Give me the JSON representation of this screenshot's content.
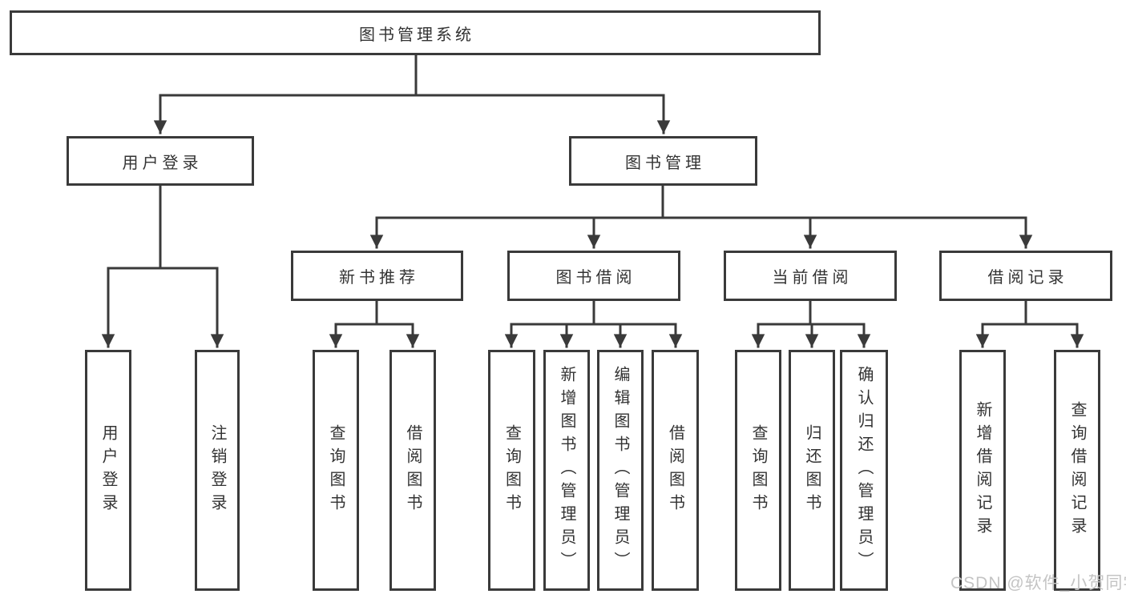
{
  "diagram_title": "图书管理系统",
  "level2": {
    "user_login": "用户登录",
    "book_management": "图书管理"
  },
  "level3": {
    "new_book_recommend": "新书推荐",
    "book_borrow": "图书借阅",
    "current_borrow": "当前借阅",
    "borrow_records": "借阅记录"
  },
  "leaves": {
    "login": [
      "用户登录",
      "注销登录"
    ],
    "recommend": [
      "查询图书",
      "借阅图书"
    ],
    "borrow": [
      "查询图书",
      "新增图书（管理员）",
      "编辑图书（管理员）",
      "借阅图书"
    ],
    "current": [
      "查询图书",
      "归还图书",
      "确认归还（管理员）"
    ],
    "records": [
      "新增借阅记录",
      "查询借阅记录"
    ]
  },
  "watermark": "CSDN @软件_小贺同学",
  "colors": {
    "line": "#3a3a3a",
    "text": "#333333",
    "background": "#ffffff",
    "watermark": "#c4c4c4"
  }
}
